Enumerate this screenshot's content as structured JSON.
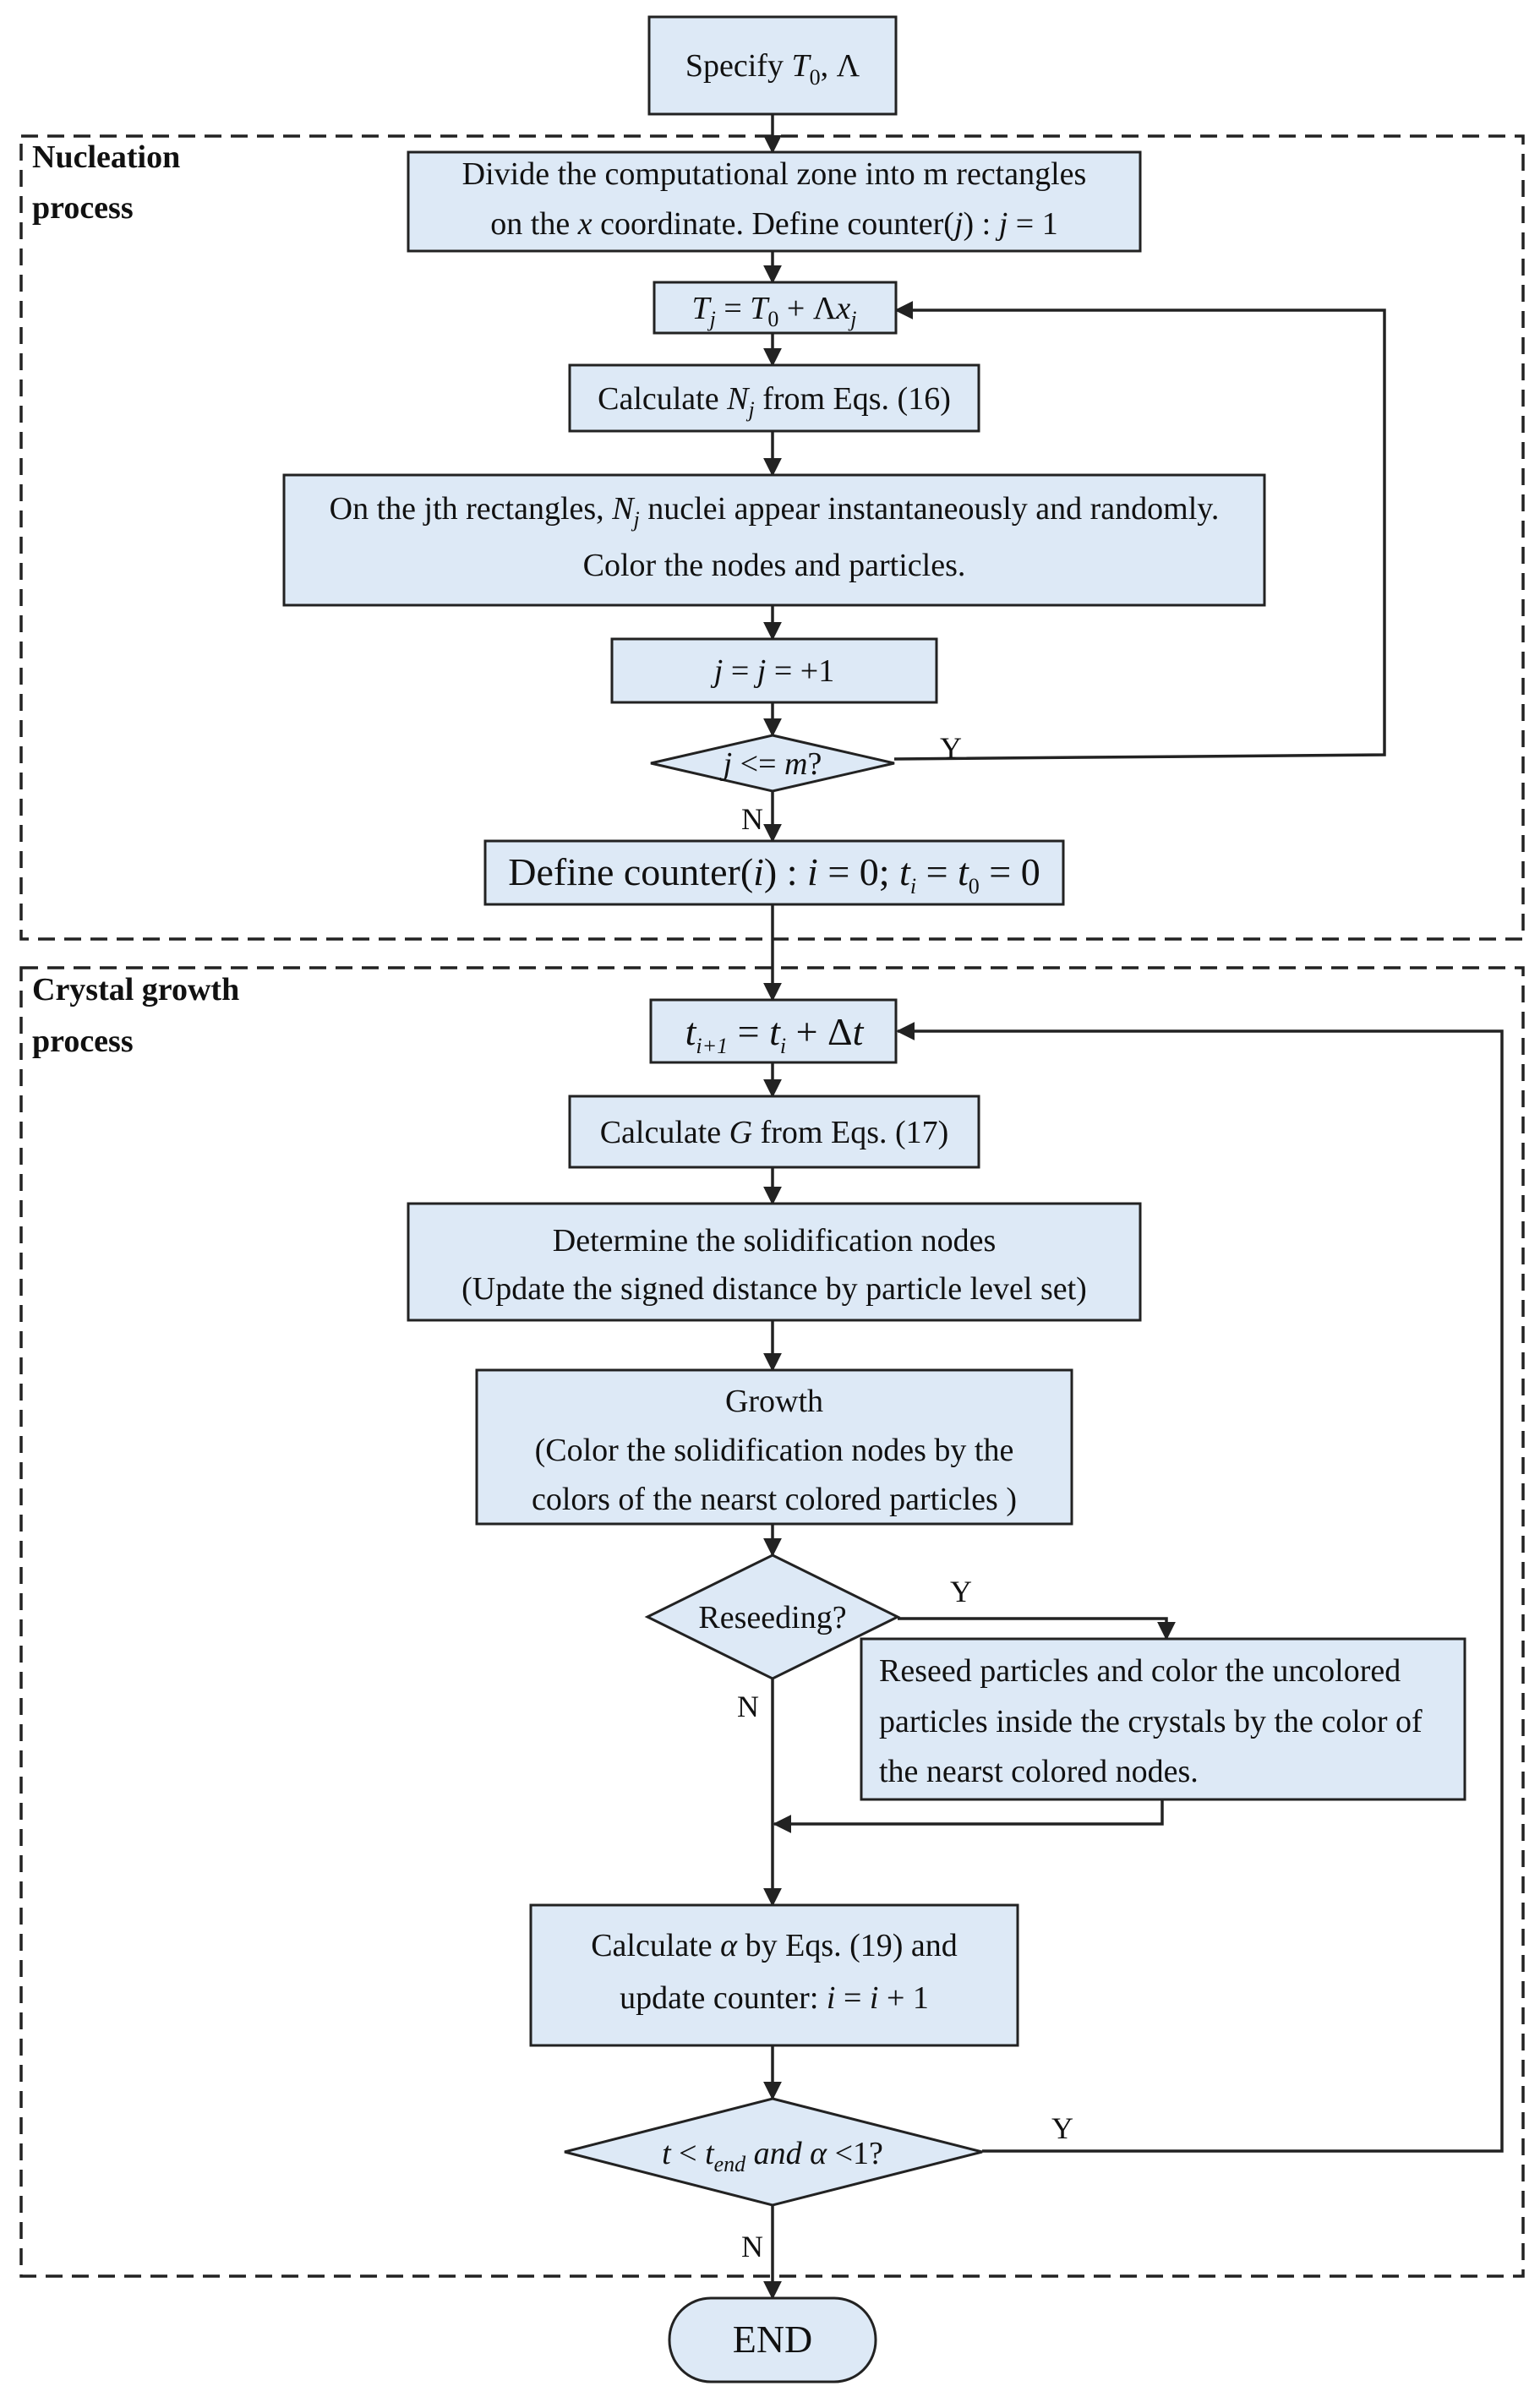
{
  "groups": {
    "nucleation": [
      "Nucleation",
      "process"
    ],
    "growth": [
      "Crystal growth",
      "process"
    ]
  },
  "nodes": {
    "specify": {
      "text": "Specify",
      "T": "T",
      "zero": "0",
      "lambda": ", Λ"
    },
    "divide": {
      "line1": "Divide the computational zone into m rectangles",
      "line2a": "on the ",
      "line2x": "x",
      "line2b": " coordinate. Define counter(",
      "line2j": "j",
      "line2c": ") : ",
      "line2eq_j": "j",
      "line2eq": " = 1"
    },
    "temp": {
      "Tj_T": "T",
      "Tj_j": "j",
      "eq": " = ",
      "T0_T": "T",
      "T0_0": "0",
      "plus": " + Λ",
      "x": "x",
      "xj": "j"
    },
    "calcN": {
      "pre": "Calculate ",
      "N": "N",
      "j": "j",
      "post": " from  Eqs. (16)"
    },
    "nuclei": {
      "line1a": "On the jth rectangles, ",
      "N": "N",
      "j": "j",
      "line1b": " nuclei appear instantaneously and randomly.",
      "line2": "Color the nodes and particles."
    },
    "increment": {
      "j1": "j",
      "eq1": " = ",
      "j2": "j",
      "eq2": " = +1"
    },
    "decisionJ": {
      "j": "j",
      "op": " <= ",
      "m": "m",
      "q": "?"
    },
    "defineI": {
      "pre": "Define counter(",
      "i": "i",
      "mid": ") : ",
      "i2": "i",
      "eq": " = 0; ",
      "t": "t",
      "ti": "i",
      "eq2": " = ",
      "t0": "t",
      "t0s": "0",
      "end": " = 0"
    },
    "timeStep": {
      "t": "t",
      "sub": "i+1",
      "eq": " = ",
      "t2": "t",
      "sub2": "i",
      "plus": " + Δ",
      "t3": "t"
    },
    "calcG": {
      "pre": "Calculate ",
      "G": "G",
      "post": " from  Eqs. (17)"
    },
    "determine": {
      "line1": "Determine the solidification nodes",
      "line2": "(Update the signed distance by particle level set)"
    },
    "growth": {
      "line1": "Growth",
      "line2": "(Color the solidification nodes by the",
      "line3": "colors of the nearst colored particles )"
    },
    "reseedQ": {
      "text": "Reseeding?"
    },
    "reseed": {
      "line1": "Reseed particles and color the uncolored",
      "line2": "particles inside the crystals by the color of",
      "line3": "the nearst colored nodes."
    },
    "calcAlpha": {
      "pre": "Calculate ",
      "alpha": "α",
      "post": " by Eqs. (19) and",
      "line2a": "update counter: ",
      "i1": "i",
      "eq": " = ",
      "i2": "i",
      "plus": " + 1"
    },
    "decisionT": {
      "t": "t",
      "lt": " < ",
      "t2": "t",
      "end": "end",
      "and": " and ",
      "alpha": "α",
      "lt2": " <1?"
    },
    "end": {
      "text": "END"
    }
  },
  "labels": {
    "jY": "Y",
    "jN": "N",
    "reseedY": "Y",
    "reseedN": "N",
    "tY": "Y",
    "tN": "N"
  }
}
